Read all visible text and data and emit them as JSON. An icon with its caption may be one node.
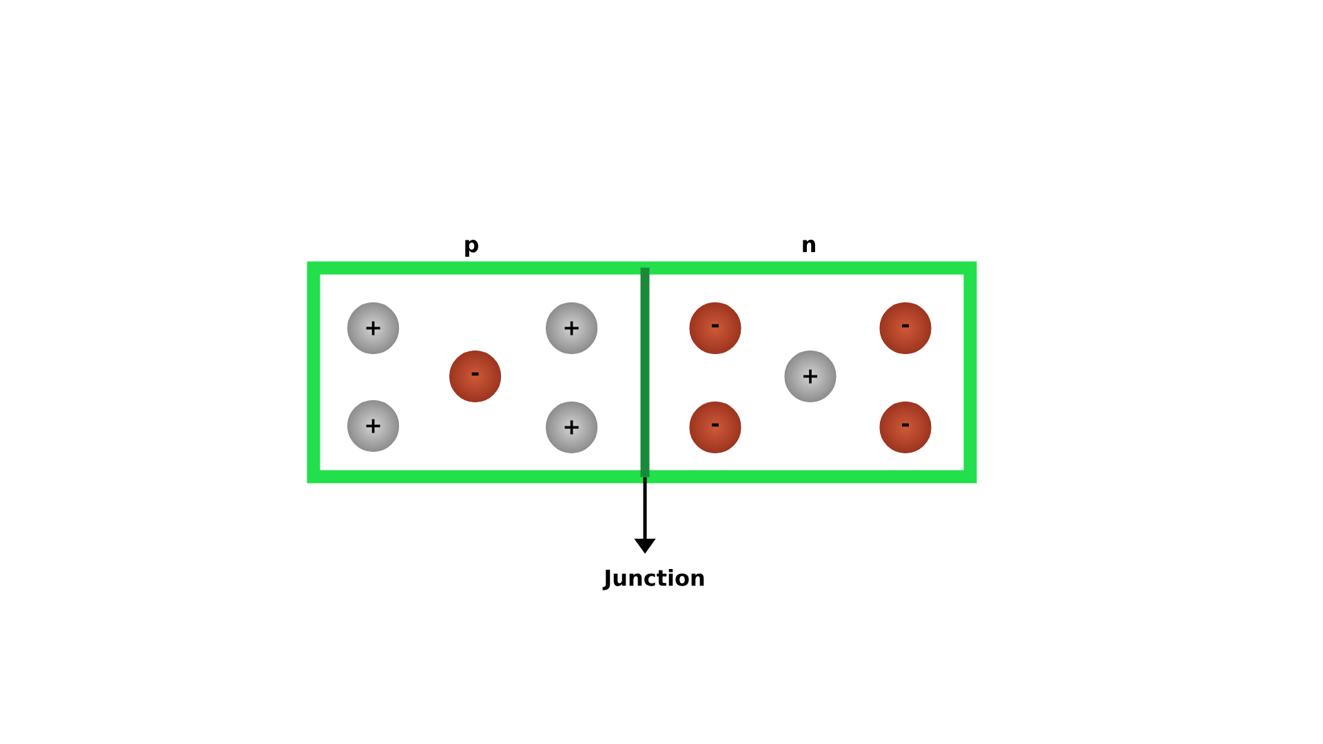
{
  "diagram": {
    "nodes": [
      {
        "text": [
          "p"
        ]
      },
      {
        "text": [
          "+"
        ],
        "in": 0
      },
      {
        "text": [
          "+"
        ],
        "in": 0
      },
      {
        "text": [
          "-"
        ],
        "in": 0
      },
      {
        "text": [
          "+"
        ],
        "in": 0
      },
      {
        "text": [
          "+"
        ],
        "in": 0
      },
      {
        "text": [
          "n"
        ]
      },
      {
        "text": [
          "-"
        ],
        "in": 6
      },
      {
        "text": [
          "-"
        ],
        "in": 6
      },
      {
        "text": [
          "+"
        ],
        "in": 6
      },
      {
        "text": [
          "-"
        ],
        "in": 6
      },
      {
        "text": [
          "-"
        ],
        "in": 6
      },
      {
        "text": [],
        "shape": "bar"
      },
      {
        "text": [
          "Junction"
        ]
      }
    ],
    "edges": [
      {
        "from": 12,
        "to": 13,
        "arrow": "to"
      }
    ]
  }
}
